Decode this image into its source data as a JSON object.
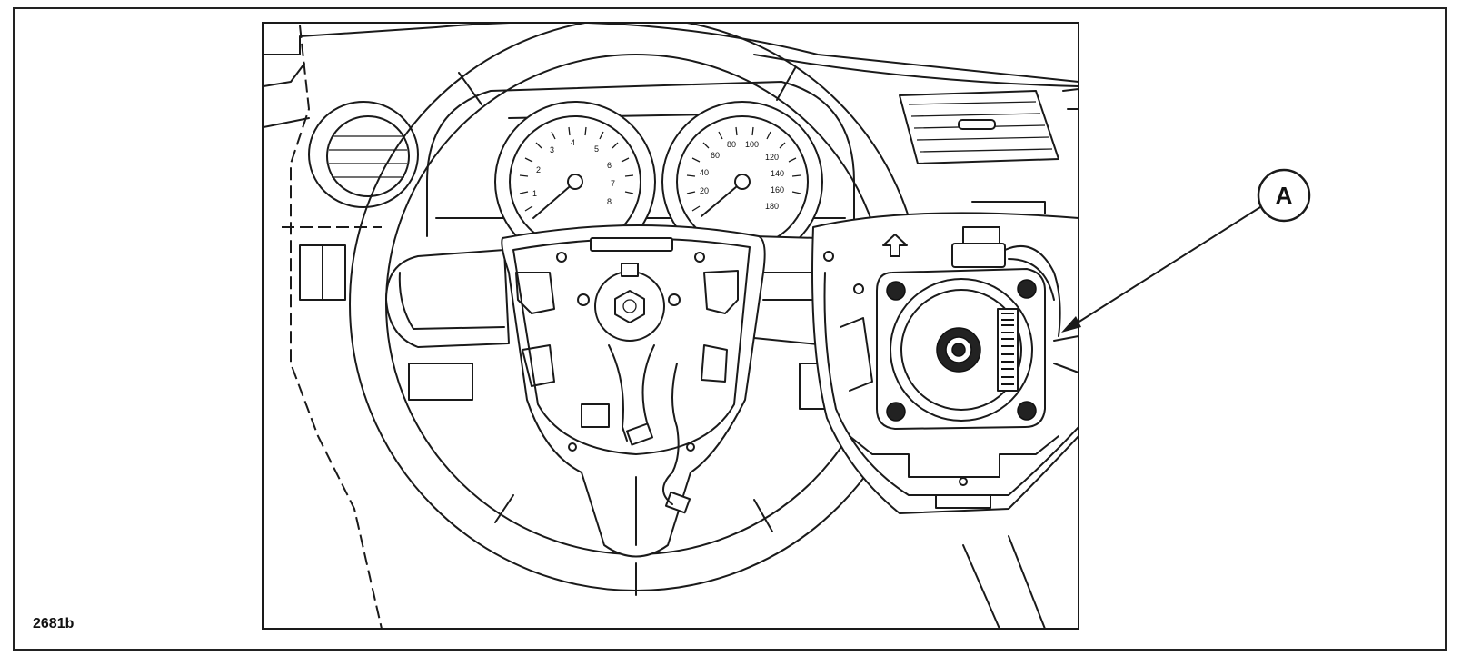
{
  "figure": {
    "id": "2681b",
    "callout": "A"
  },
  "gauges": {
    "tachometer_ticks": [
      "1",
      "2",
      "3",
      "4",
      "5",
      "6",
      "7",
      "8"
    ],
    "speedometer_ticks": [
      "20",
      "40",
      "60",
      "80",
      "100",
      "120",
      "140",
      "160",
      "180"
    ]
  },
  "colors": {
    "line": "#1a1a1a",
    "background": "#ffffff"
  }
}
